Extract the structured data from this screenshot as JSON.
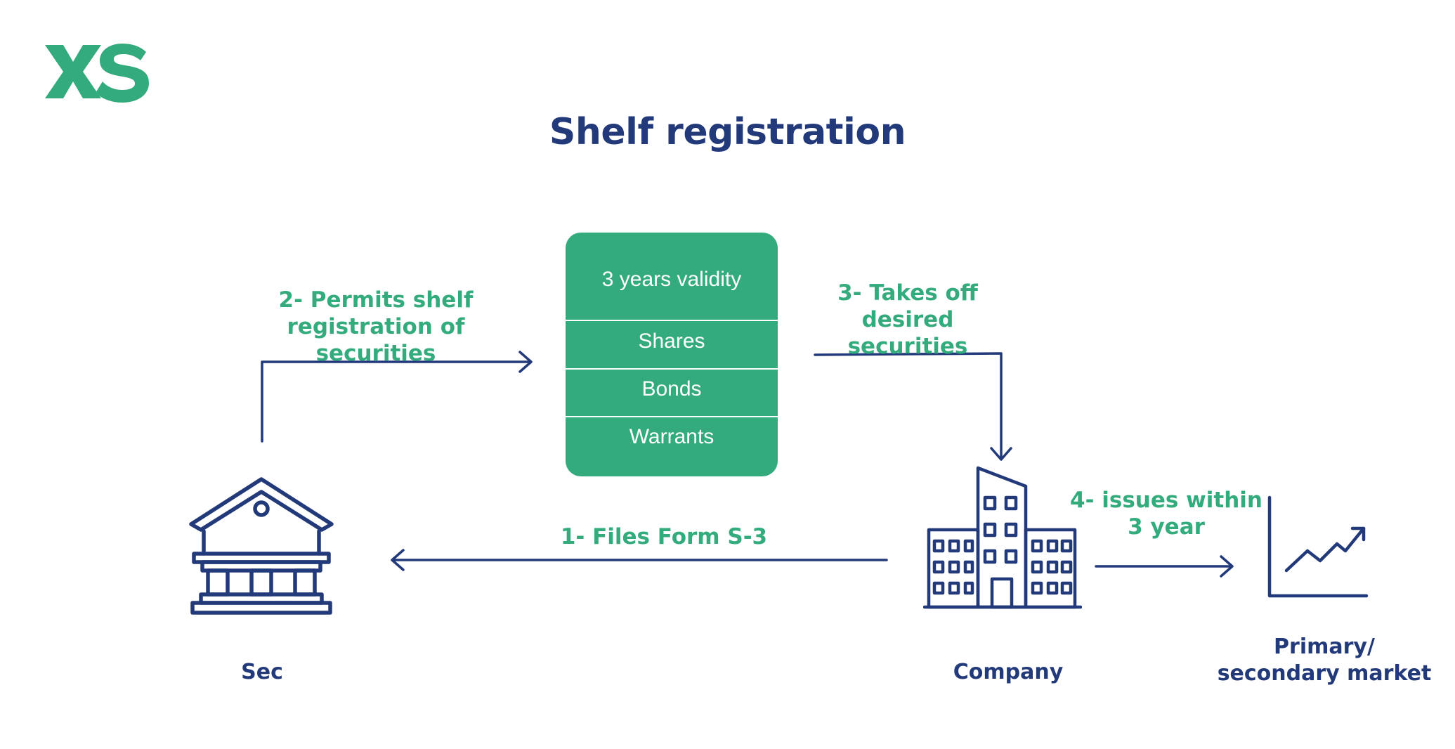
{
  "colors": {
    "navy": "#233a7a",
    "green": "#34ab7c",
    "background": "#ffffff"
  },
  "logo": {
    "text": "XS",
    "icon": "xs-logo"
  },
  "title": "Shelf registration",
  "securities_box": {
    "header": "3 years validity",
    "items": [
      "Shares",
      "Bonds",
      "Warrants"
    ]
  },
  "steps": {
    "step1": "1- Files Form S-3",
    "step2_line1": "2- Permits shelf",
    "step2_line2": "registration of securities",
    "step3_line1": "3- Takes off desired",
    "step3_line2": "securities",
    "step4_line1": "4- issues within",
    "step4_line2": "3 year"
  },
  "nodes": {
    "sec": {
      "label": "Sec",
      "icon": "bank-building-icon"
    },
    "company": {
      "label": "Company",
      "icon": "office-building-icon"
    },
    "market": {
      "label_line1": "Primary/",
      "label_line2": "secondary market",
      "icon": "rising-chart-icon"
    }
  }
}
